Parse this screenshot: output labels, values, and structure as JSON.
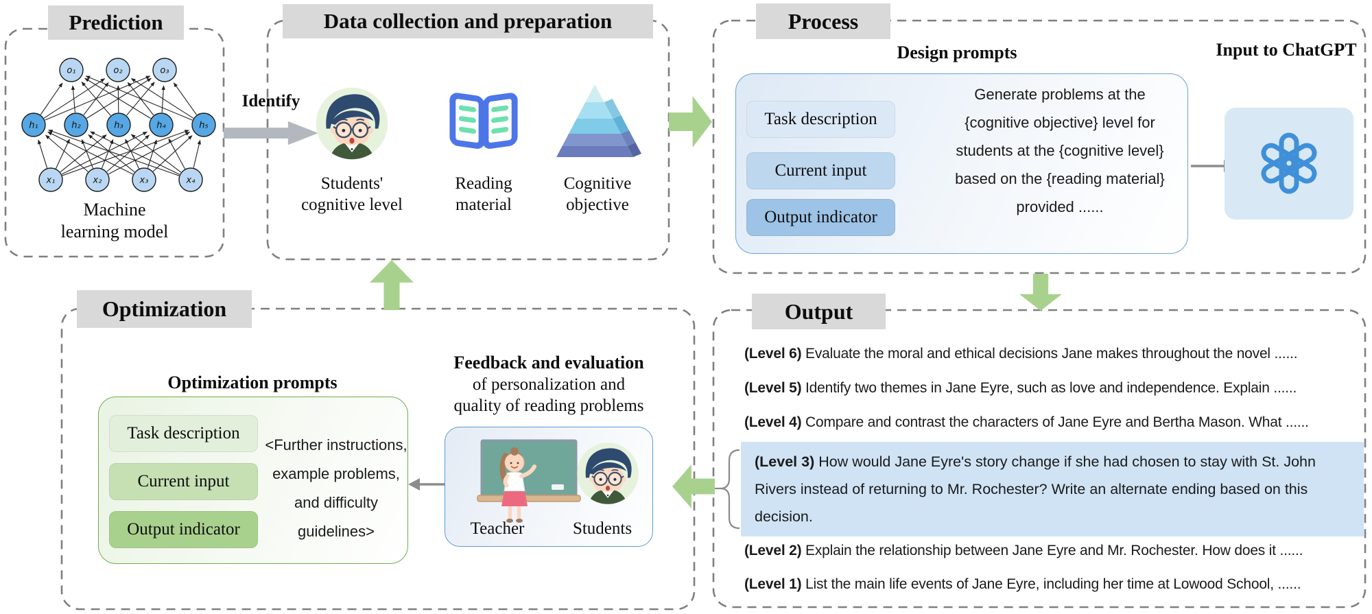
{
  "prediction": {
    "title": "Prediction",
    "caption_lines": [
      "Machine",
      "learning model"
    ],
    "network": {
      "icon": "neural-network-diagram",
      "output_labels": [
        "o₁",
        "o₂",
        "o₃"
      ],
      "hidden_labels": [
        "h₁",
        "h₂",
        "h₃",
        "h₄",
        "h₅"
      ],
      "input_labels": [
        "x₁",
        "x₂",
        "x₃",
        "x₄"
      ],
      "node_fill_io": "#b9d7f2",
      "node_fill_hidden": "#57a7e4"
    }
  },
  "identify": {
    "label": "Identify"
  },
  "data_collection": {
    "title": "Data collection and preparation",
    "items": [
      {
        "icon": "student-avatar-icon",
        "label": "Students' cognitive level"
      },
      {
        "icon": "open-book-icon",
        "label": "Reading material"
      },
      {
        "icon": "pyramid-icon",
        "label": "Cognitive objective"
      }
    ]
  },
  "process": {
    "title": "Process",
    "heading": "Design prompts",
    "components": [
      "Task description",
      "Current input",
      "Output indicator"
    ],
    "prompt_lines": [
      "Generate problems at the",
      "{cognitive objective} level for",
      "students at the {cognitive level}",
      "based on the {reading material}",
      "provided ......"
    ],
    "chatgpt_heading": "Input to ChatGPT",
    "chatgpt_icon": "openai-logo-icon"
  },
  "output": {
    "title": "Output",
    "highlight_color": "#cfe3f4",
    "levels": [
      {
        "label": "(Level 6)",
        "text": "Evaluate the moral and ethical decisions Jane makes throughout the novel ......",
        "highlighted": false
      },
      {
        "label": "(Level 5)",
        "text": "Identify two themes in Jane Eyre, such as love and independence. Explain ......",
        "highlighted": false
      },
      {
        "label": "(Level 4)",
        "text": "Compare and contrast the characters of Jane Eyre and Bertha Mason. What ......",
        "highlighted": false
      },
      {
        "label": "(Level 3)",
        "text": "How would Jane Eyre's story change if she had chosen to stay with St. John Rivers instead of returning to Mr. Rochester? Write an alternate ending based on this decision.",
        "highlighted": true
      },
      {
        "label": "(Level 2)",
        "text": "Explain the relationship between Jane Eyre and Mr. Rochester. How does it ......",
        "highlighted": false
      },
      {
        "label": "(Level 1)",
        "text": "List the main life events of Jane Eyre, including her time at Lowood School, ......",
        "highlighted": false
      }
    ]
  },
  "optimization": {
    "title": "Optimization",
    "heading": "Optimization prompts",
    "components": [
      "Task description",
      "Current input",
      "Output indicator"
    ],
    "note_lines": [
      "<Further instructions,",
      "example problems,",
      "and difficulty",
      "guidelines>"
    ]
  },
  "feedback": {
    "title_bold": "Feedback and evaluation",
    "subtitle_lines": [
      "of personalization and",
      "quality of reading problems"
    ],
    "roles": [
      {
        "icon": "teacher-blackboard-icon",
        "label": "Teacher"
      },
      {
        "icon": "student-avatar-icon",
        "label": "Students"
      }
    ]
  },
  "colors": {
    "panel_border": "#7f7f7f",
    "title_bg": "#d9d9d9",
    "green_arrow": "#a9d18e",
    "gray_arrow": "#8c8c8c",
    "blue_box_border": "#5b9bd5",
    "green_box_border": "#70ad47",
    "process_box_colors": [
      "#dbe9f7",
      "#bdd7ee",
      "#9dc3e6"
    ],
    "optimization_box_colors": [
      "#e2efda",
      "#c6e0b4",
      "#a9d18e"
    ]
  }
}
